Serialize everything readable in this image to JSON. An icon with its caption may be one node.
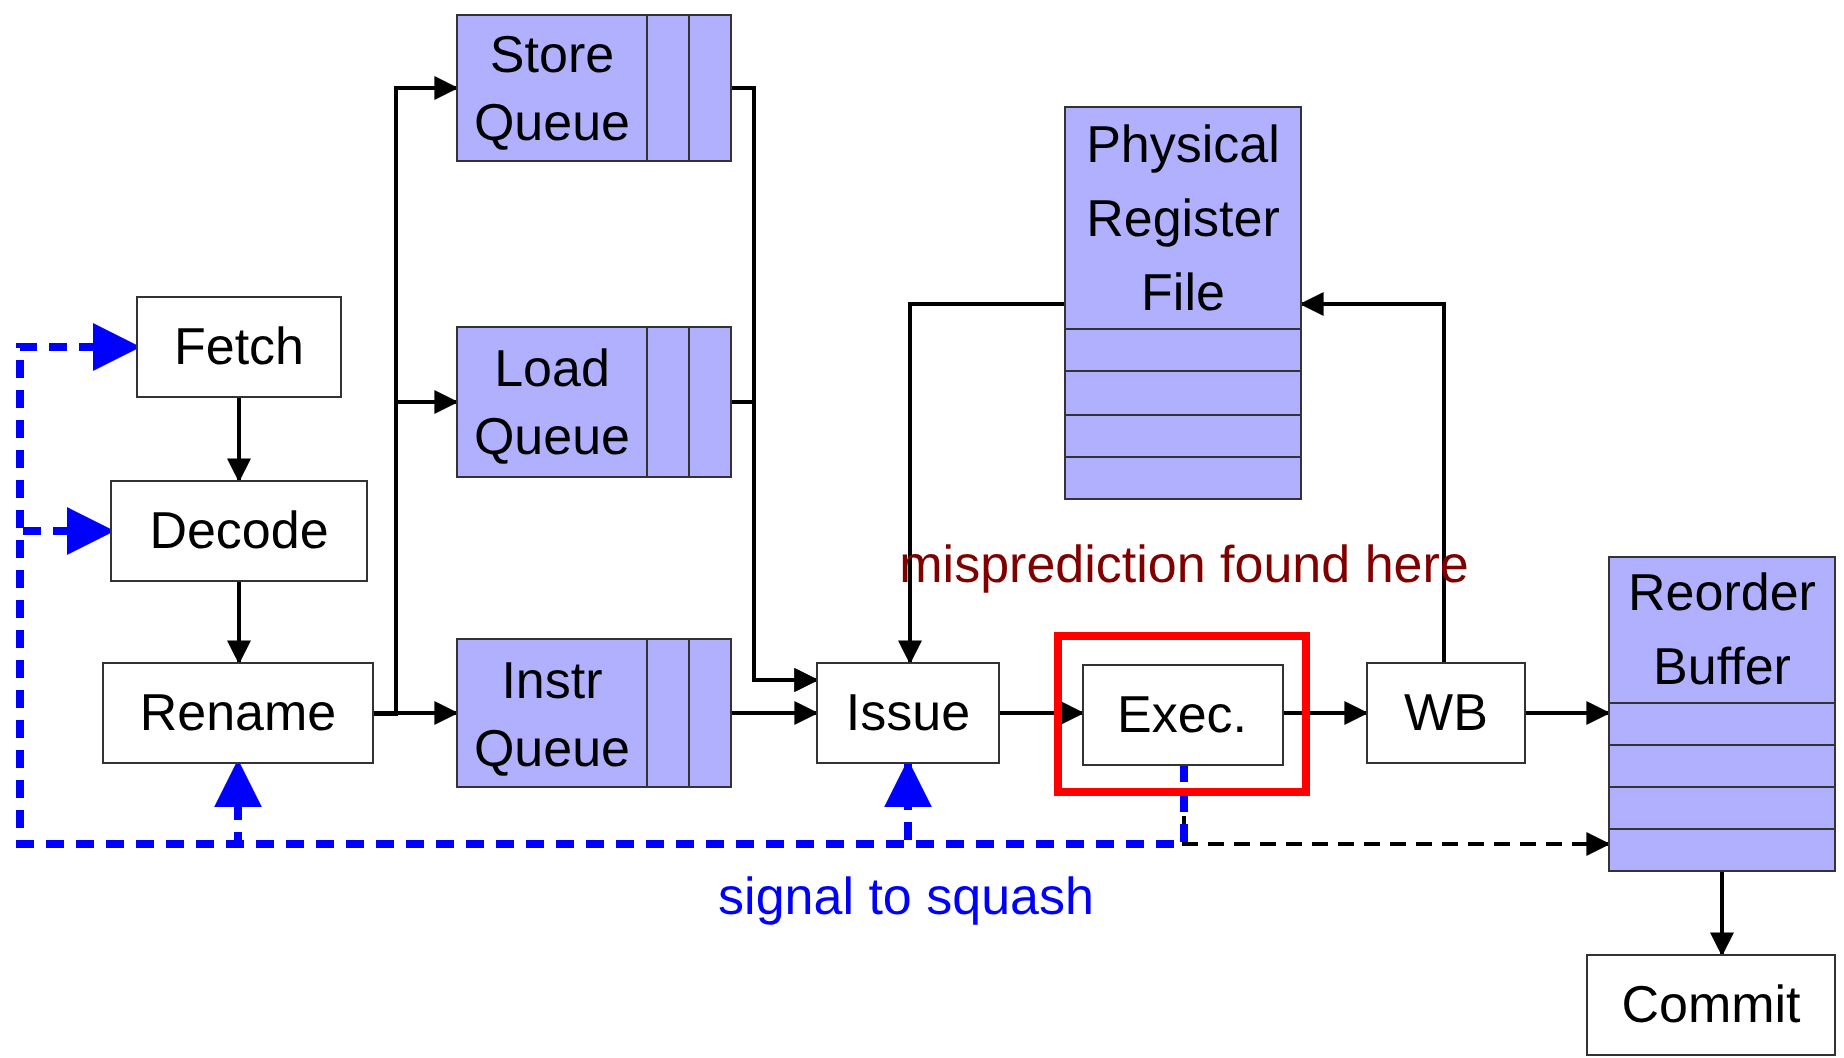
{
  "diagram": {
    "nodes": [
      {
        "text": [
          "Fetch"
        ]
      },
      {
        "text": [
          "Decode"
        ]
      },
      {
        "text": [
          "Rename"
        ]
      },
      {
        "text": [
          "Store Queue"
        ]
      },
      {
        "text": [
          "Load Queue"
        ]
      },
      {
        "text": [
          "Instr Queue"
        ]
      },
      {
        "text": [
          "Physical Register File"
        ]
      },
      {
        "text": [
          "Issue"
        ]
      },
      {
        "text": [],
        "shape": "box"
      },
      {
        "text": [
          "Exec."
        ],
        "in": 8
      },
      {
        "text": [
          "WB"
        ]
      },
      {
        "text": [
          "Reorder Buffer"
        ]
      },
      {
        "text": [
          "Commit"
        ]
      }
    ],
    "edges": [
      {
        "from": 0,
        "to": 1,
        "arrow": "to"
      },
      {
        "from": 1,
        "to": 2,
        "arrow": "to"
      },
      {
        "from": 2,
        "to": 3,
        "arrow": "to"
      },
      {
        "from": 2,
        "to": 4,
        "arrow": "to"
      },
      {
        "from": 2,
        "to": 5,
        "arrow": "to"
      },
      {
        "from": 3,
        "to": 7,
        "arrow": "to"
      },
      {
        "from": 4,
        "to": 7,
        "arrow": "to"
      },
      {
        "from": 5,
        "to": 7,
        "arrow": "to"
      },
      {
        "from": 6,
        "to": 7,
        "arrow": "to"
      },
      {
        "from": 7,
        "to": 9,
        "arrow": "to"
      },
      {
        "from": 9,
        "to": 10,
        "arrow": "to"
      },
      {
        "from": 10,
        "to": 6,
        "arrow": "to"
      },
      {
        "from": 10,
        "to": 11,
        "arrow": "to"
      },
      {
        "from": 11,
        "to": 12,
        "arrow": "to"
      },
      {
        "from": 9,
        "to": 11,
        "arrow": "to",
        "style": "dashed"
      },
      {
        "from": 9,
        "to": 7,
        "arrow": "to",
        "style": "dashed",
        "color": "#0000ff"
      },
      {
        "from": 9,
        "to": 2,
        "arrow": "to",
        "style": "dashed",
        "color": "#0000ff"
      },
      {
        "from": 9,
        "to": 1,
        "arrow": "to",
        "style": "dashed",
        "color": "#0000ff"
      },
      {
        "from": 9,
        "to": 0,
        "arrow": "to",
        "style": "dashed",
        "color": "#0000ff"
      }
    ],
    "labels": [
      "misprediction found here",
      "signal to squash"
    ]
  }
}
